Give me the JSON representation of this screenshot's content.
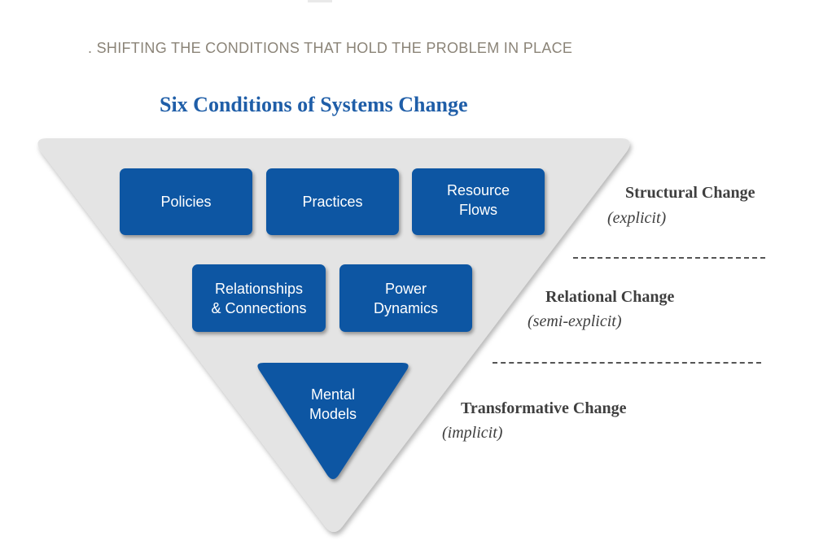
{
  "header": {
    "section_title": ". SHIFTING THE CONDITIONS THAT HOLD THE PROBLEM IN PLACE"
  },
  "diagram": {
    "title": "Six Conditions of Systems Change",
    "conditions": {
      "policies": "Policies",
      "practices": "Practices",
      "resource_flows": "Resource\nFlows",
      "relationships": "Relationships\n& Connections",
      "power_dynamics": "Power\nDynamics",
      "mental_models": "Mental\nModels"
    },
    "levels": {
      "structural": {
        "title": "Structural Change",
        "subtitle": "(explicit)"
      },
      "relational": {
        "title": "Relational Change",
        "subtitle": "(semi-explicit)"
      },
      "transformative": {
        "title": "Transformative Change",
        "subtitle": "(implicit)"
      }
    }
  },
  "colors": {
    "box_blue": "#0f56a3",
    "title_blue": "#1f5ea8",
    "triangle_gray": "#e4e4e4",
    "header_gray": "#8b8478",
    "label_dark": "#3f3f3f"
  }
}
